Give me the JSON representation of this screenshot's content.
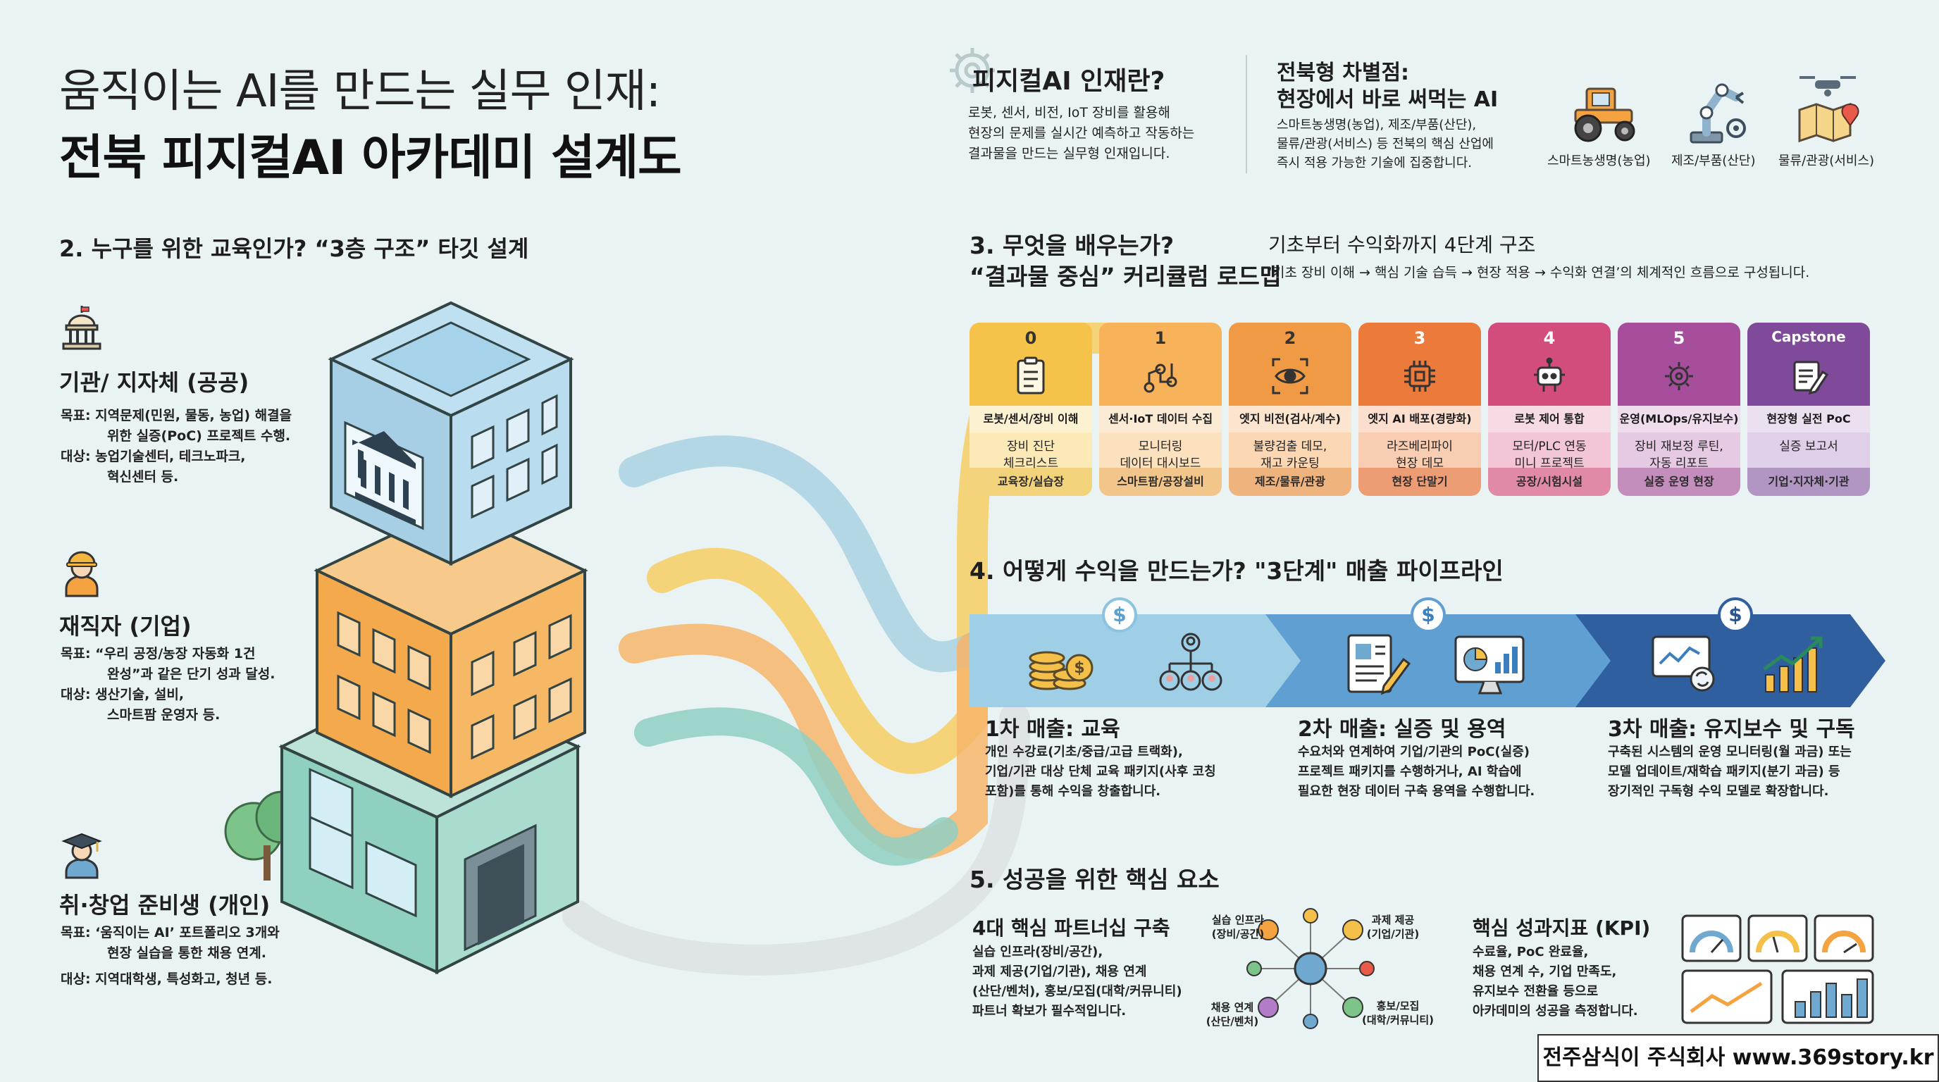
{
  "title": {
    "line1": "움직이는 AI를 만드는 실무 인재:",
    "line2": "전북 피지컬AI 아카데미 설계도"
  },
  "definition": {
    "heading": "피지컬AI 인재란?",
    "lines": [
      "로봇, 센서, 비전, IoT 장비를 활용해",
      "현장의 문제를 실시간 예측하고 작동하는",
      "결과물을 만드는 실무형 인재입니다."
    ]
  },
  "differentiator": {
    "heading1": "전북형 차별점:",
    "heading2": "현장에서 바로 써먹는 AI",
    "lines": [
      "스마트농생명(농업), 제조/부품(산단),",
      "물류/관광(서비스) 등 전북의 핵심 산업에",
      "즉시 적용 가능한 기술에 집중합니다."
    ],
    "industries": [
      "스마트농생명(농업)",
      "제조/부품(산단)",
      "물류/관광(서비스)"
    ]
  },
  "section2": {
    "heading": "2. 누구를 위한 교육인가? “3층 구조” 타깃 설계",
    "targets": [
      {
        "title": "기관/ 지자체 (공공)",
        "goal": [
          "목표: 지역문제(민원, 물동, 농업) 해결을",
          "위한 실증(PoC) 프로젝트 수행."
        ],
        "who": [
          "대상: 농업기술센터, 테크노파크,",
          "혁신센터 등."
        ]
      },
      {
        "title": "재직자 (기업)",
        "goal": [
          "목표: “우리 공정/농장 자동화 1건",
          "완성”과 같은 단기 성과 달성."
        ],
        "who": [
          "대상: 생산기술, 설비,",
          "스마트팜 운영자 등."
        ]
      },
      {
        "title": "취·창업 준비생 (개인)",
        "goal": [
          "목표: ‘움직이는 AI’ 포트폴리오 3개와",
          "현장 실습을 통한 채용 연계."
        ],
        "who": [
          "대상: 지역대학생, 특성화고, 청년 등."
        ]
      }
    ]
  },
  "section3": {
    "heading1": "3. 무엇을 배우는가?",
    "heading2": "“결과물 중심” 커리큘럼 로드맵",
    "sub_heading": "기초부터 수익화까지 4단계 구조",
    "sub_desc": "‘기초 장비 이해 → 핵심 기술 습득 → 현장 적용 → 수익화 연결’의 체계적인 흐름으로 구성됩니다.",
    "cards": [
      {
        "num": "0",
        "name": "로봇/센서/장비 이해",
        "output": [
          "장비 진단",
          "체크리스트"
        ],
        "place": "교육장/실습장",
        "top": "#f6c34a",
        "mid": "#fbeab8",
        "bot": "#f3d27c"
      },
      {
        "num": "1",
        "name": "센서·IoT 데이터 수집",
        "output": [
          "모니터링",
          "데이터 대시보드"
        ],
        "place": "스마트팜/공장설비",
        "top": "#f7b25a",
        "mid": "#fbe1bd",
        "bot": "#f2c68a"
      },
      {
        "num": "2",
        "name": "엣지 비전(검사/계수)",
        "output": [
          "불량검출 데모,",
          "재고 카운팅"
        ],
        "place": "제조/물류/관광",
        "top": "#f19a45",
        "mid": "#fbd7b4",
        "bot": "#efb37e"
      },
      {
        "num": "3",
        "name": "엣지 AI 배포(경량화)",
        "output": [
          "라즈베리파이",
          "현장 데모"
        ],
        "place": "현장 단말기",
        "top": "#ec7a3a",
        "mid": "#f9cdb2",
        "bot": "#ec9d74"
      },
      {
        "num": "4",
        "name": "로봇 제어 통합",
        "output": [
          "모터/PLC 연동",
          "미니 프로젝트"
        ],
        "place": "공장/시험시설",
        "top": "#d24d7d",
        "mid": "#f2c6d6",
        "bot": "#e08aa8"
      },
      {
        "num": "5",
        "name": "운영(MLOps/유지보수)",
        "output": [
          "장비 재보정 루틴,",
          "자동 리포트"
        ],
        "place": "실증 운영 현장",
        "top": "#a64d9c",
        "mid": "#e6c9e2",
        "bot": "#c48ebc"
      },
      {
        "num": "Capstone",
        "name": "현장형 실전 PoC",
        "output": [
          "실증 보고서"
        ],
        "place": "기업·지자체·기관",
        "top": "#7f4a9a",
        "mid": "#dfcfe8",
        "bot": "#b196c4"
      }
    ]
  },
  "section4": {
    "heading": "4. 어떻게 수익을 만드는가? \"3단계\" 매출 파이프라인",
    "stages": [
      {
        "title": "1차 매출: 교육",
        "lines": [
          "개인 수강료(기초/중급/고급 트랙화),",
          "기업/기관 대상 단체 교육 패키지(사후 코칭",
          "포함)를 통해 수익을 창출합니다."
        ]
      },
      {
        "title": "2차 매출: 실증 및 용역",
        "lines": [
          "수요처와 연계하여 기업/기관의 PoC(실증)",
          "프로젝트 패키지를 수행하거나, AI 학습에",
          "필요한 현장 데이터 구축 용역을 수행합니다."
        ]
      },
      {
        "title": "3차 매출: 유지보수 및 구독",
        "lines": [
          "구축된 시스템의 운영 모니터링(월 과금) 또는",
          "모델 업데이트/재학습 패키지(분기 과금) 등",
          "장기적인 구독형 수익 모델로 확장합니다."
        ]
      }
    ]
  },
  "section5": {
    "heading": "5. 성공을 위한 핵심 요소",
    "partners": {
      "title": "4대 핵심 파트너십 구축",
      "lines": [
        "실습 인프라(장비/공간),",
        "과제 제공(기업/기관), 채용 연계",
        "(산단/벤처), 홍보/모집(대학/커뮤니티)",
        "파트너 확보가 필수적입니다."
      ],
      "nodes": [
        {
          "label": "실습 인프라",
          "sub": "(장비/공간)"
        },
        {
          "label": "과제 제공",
          "sub": "(기업/기관)"
        },
        {
          "label": "채용 연계",
          "sub": "(산단/벤처)"
        },
        {
          "label": "홍보/모집",
          "sub": "(대학/커뮤니티)"
        }
      ]
    },
    "kpi": {
      "title": "핵심 성과지표 (KPI)",
      "lines": [
        "수료율, PoC 완료율,",
        "채용 연계 수, 기업 만족도,",
        "유지보수 전환율 등으로",
        "아카데미의 성공을 측정합니다."
      ]
    }
  },
  "footer": "전주삼식이 주식회사 www.369story.kr",
  "colors": {
    "bg": "#eaf3f3",
    "stage1": "#8fc6e0",
    "stage2": "#4f97cc",
    "stage3": "#2a5f9c",
    "accent_orange": "#f0a04b"
  }
}
